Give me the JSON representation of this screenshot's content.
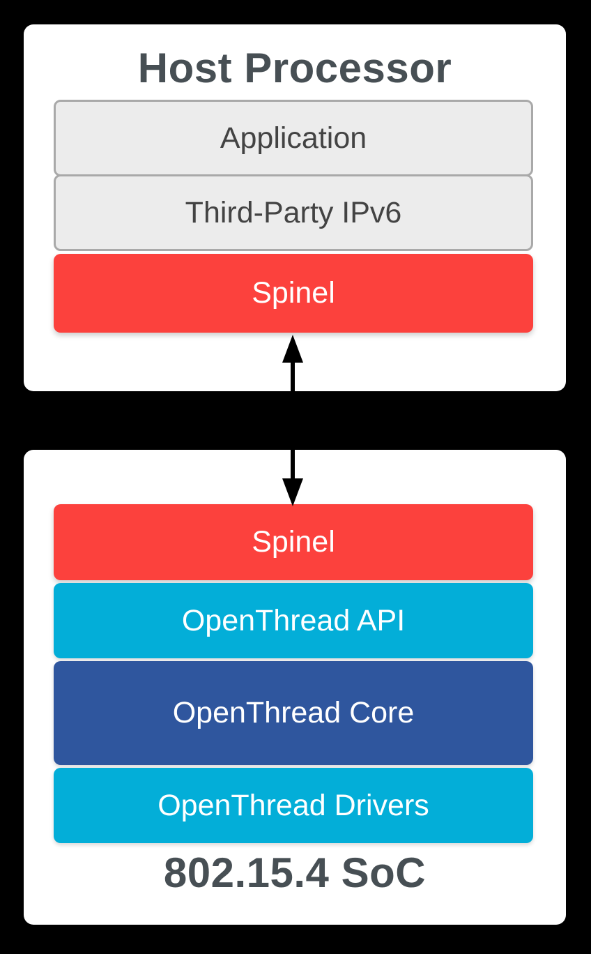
{
  "diagram": {
    "background_color": "#000000",
    "card_color": "#FFFFFF",
    "host_card": {
      "title": "Host Processor",
      "layers": [
        {
          "label": "Application",
          "type": "gray"
        },
        {
          "label": "Third-Party IPv6",
          "type": "gray"
        },
        {
          "label": "Spinel",
          "type": "red"
        }
      ]
    },
    "soc_card": {
      "title": "802.15.4 SoC",
      "layers": [
        {
          "label": "Spinel",
          "type": "red"
        },
        {
          "label": "OpenThread API",
          "type": "cyan"
        },
        {
          "label": "OpenThread Core",
          "type": "blue"
        },
        {
          "label": "OpenThread Drivers",
          "type": "cyan"
        }
      ]
    },
    "connector": {
      "icon": "double-headed-vertical-arrow",
      "color": "#000000"
    },
    "colors": {
      "red": "#FC413D",
      "cyan": "#03AED8",
      "blue": "#2F569E",
      "gray_fill": "#ECECEC",
      "gray_border": "#A9A9A9",
      "title_text": "#474F54",
      "gray_block_text": "#434343",
      "white_text": "#FFFFFF"
    }
  }
}
